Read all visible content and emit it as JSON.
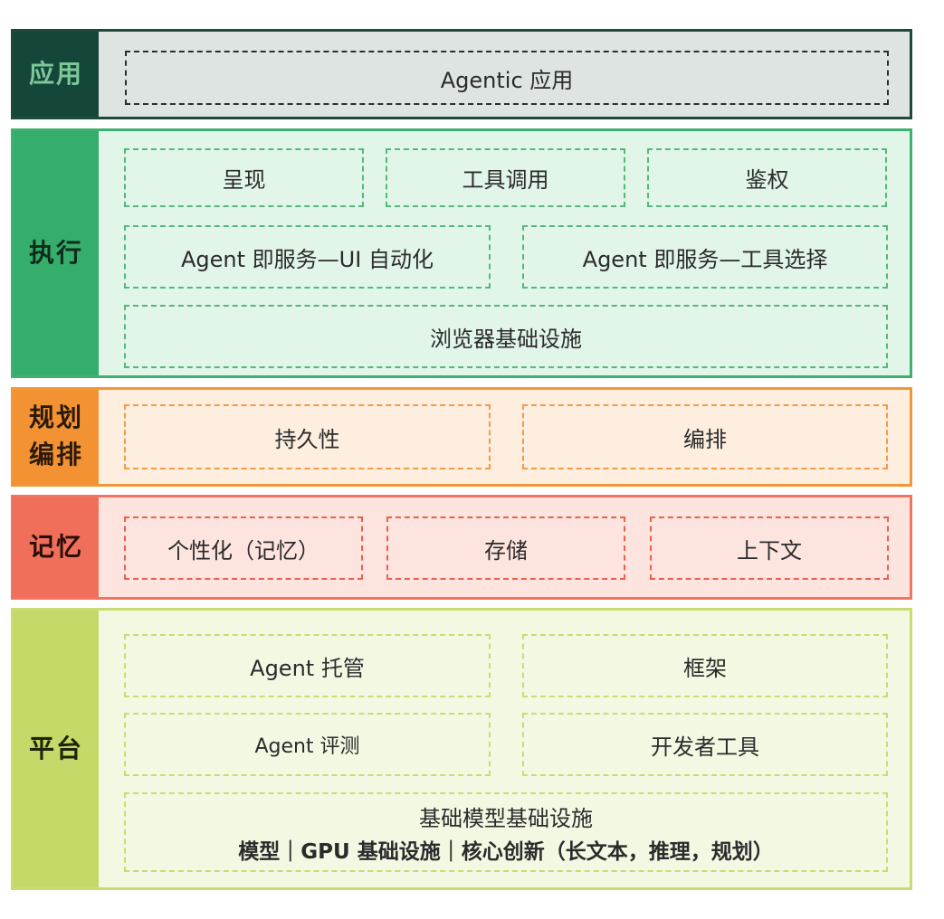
{
  "layers": {
    "application": {
      "label": "应用",
      "boxes": [
        "Agentic 应用"
      ]
    },
    "execution": {
      "label": "执行",
      "boxes": [
        "呈现",
        "工具调用",
        "鉴权",
        "Agent 即服务—UI 自动化",
        "Agent 即服务—工具选择",
        "浏览器基础设施"
      ]
    },
    "planning": {
      "label_line1": "规划",
      "label_line2": "编排",
      "boxes": [
        "持久性",
        "编排"
      ]
    },
    "memory": {
      "label": "记忆",
      "boxes": [
        "个性化（记忆）",
        "存储",
        "上下文"
      ]
    },
    "platform": {
      "label": "平台",
      "boxes": [
        "Agent 托管",
        "框架",
        "Agent 评测",
        "开发者工具",
        "基础模型基础设施"
      ],
      "foundation_detail": "模型｜GPU 基础设施｜核心创新（长文本，推理，规划）"
    }
  },
  "colors": {
    "application": "#15463a",
    "execution": "#35ad6b",
    "planning": "#f39233",
    "memory": "#ef6f5a",
    "platform": "#c4d967"
  }
}
